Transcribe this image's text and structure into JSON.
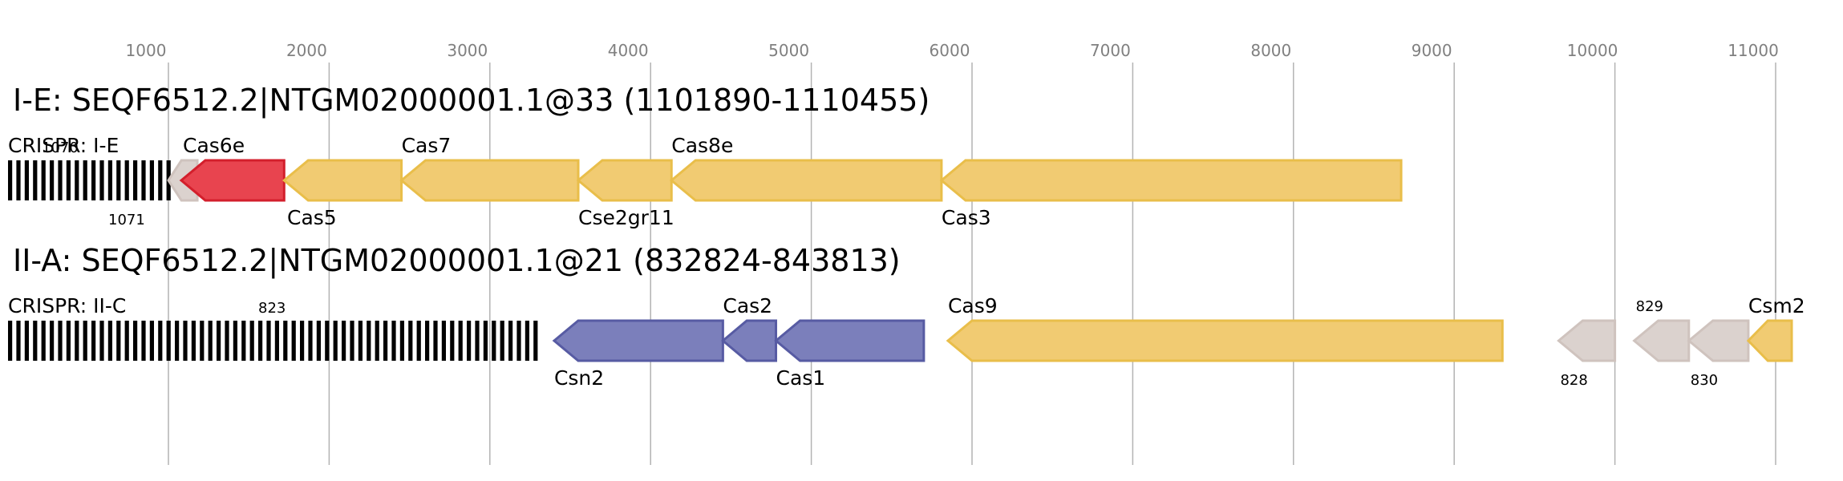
{
  "axis": {
    "ticks": [
      "1000",
      "2000",
      "3000",
      "4000",
      "5000",
      "6000",
      "7000",
      "8000",
      "9000",
      "10000",
      "11000"
    ],
    "range": [
      0,
      11500
    ]
  },
  "colors": {
    "red_fill": "#e8444f",
    "red_stroke": "#d31f2c",
    "yellow_fill": "#f1cb72",
    "yellow_stroke": "#e9be4a",
    "blue_fill": "#7b7fbb",
    "blue_stroke": "#575ba3",
    "grey_fill": "#dbd2ce",
    "grey_stroke": "#cfc3be",
    "array": "#000000"
  },
  "loci": [
    {
      "title": "I-E: SEQF6512.2|NTGM02000001.1@33 (1101890-1110455)",
      "crispr_label": "CRISPR: I-E",
      "crispr_span": [
        0,
        1000
      ],
      "genes": [
        {
          "name": "1070",
          "start": 1000,
          "end": 1180,
          "color": "grey",
          "label_pos": "above",
          "small": true
        },
        {
          "name": "1071",
          "start": 1000,
          "end": 1180,
          "color": "grey",
          "label_pos": "below",
          "small": true,
          "hidden": true
        },
        {
          "name": "Cas6e",
          "start": 1080,
          "end": 1720,
          "color": "red",
          "label_pos": "above"
        },
        {
          "name": "Cas5",
          "start": 1720,
          "end": 2450,
          "color": "yellow",
          "label_pos": "below"
        },
        {
          "name": "Cas7",
          "start": 2450,
          "end": 3550,
          "color": "yellow",
          "label_pos": "above"
        },
        {
          "name": "Cse2gr11",
          "start": 3550,
          "end": 4130,
          "color": "yellow",
          "label_pos": "below"
        },
        {
          "name": "Cas8e",
          "start": 4130,
          "end": 5810,
          "color": "yellow",
          "label_pos": "above"
        },
        {
          "name": "Cas3",
          "start": 5810,
          "end": 8670,
          "color": "yellow",
          "label_pos": "below"
        }
      ]
    },
    {
      "title": "II-A: SEQF6512.2|NTGM02000001.1@21 (832824-843813)",
      "crispr_label": "CRISPR: II-C",
      "crispr_span": [
        0,
        3330
      ],
      "crispr_number": "823",
      "genes": [
        {
          "name": "Csn2",
          "start": 3400,
          "end": 4450,
          "color": "blue",
          "label_pos": "below"
        },
        {
          "name": "Cas2",
          "start": 4450,
          "end": 4780,
          "color": "blue",
          "label_pos": "above"
        },
        {
          "name": "Cas1",
          "start": 4780,
          "end": 5700,
          "color": "blue",
          "label_pos": "below"
        },
        {
          "name": "Cas9",
          "start": 5850,
          "end": 9300,
          "color": "yellow",
          "label_pos": "above"
        },
        {
          "name": "828",
          "start": 9650,
          "end": 10000,
          "color": "grey",
          "label_pos": "below",
          "small": true
        },
        {
          "name": "829",
          "start": 10120,
          "end": 10460,
          "color": "grey",
          "label_pos": "above",
          "small": true
        },
        {
          "name": "830",
          "start": 10460,
          "end": 10830,
          "color": "grey",
          "label_pos": "below",
          "small": true
        },
        {
          "name": "Csm2",
          "start": 10830,
          "end": 11100,
          "color": "yellow",
          "label_pos": "above"
        }
      ]
    }
  ]
}
